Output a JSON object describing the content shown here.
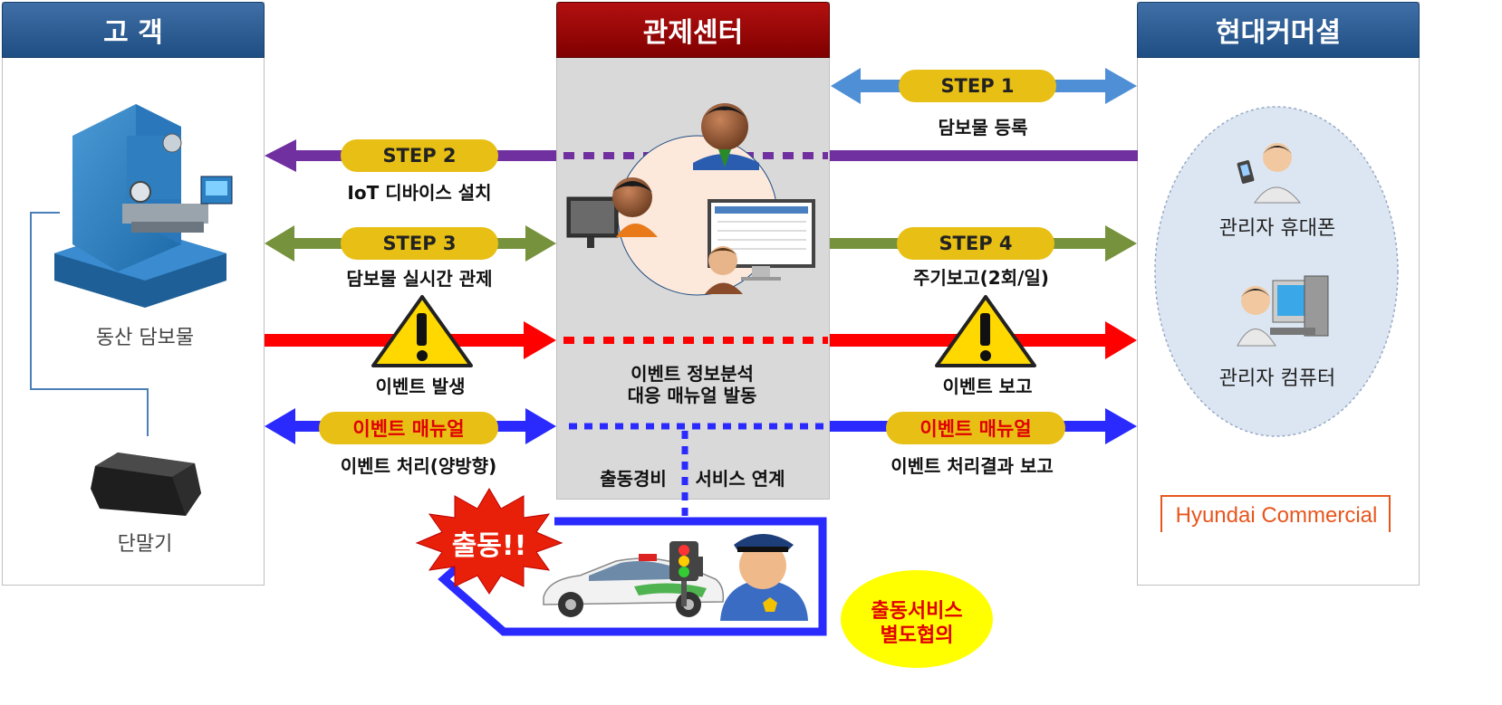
{
  "headers": {
    "customer": "고 객",
    "control_center": "관제센터",
    "hyundai": "현대커머셜"
  },
  "customer": {
    "asset_label": "동산 담보물",
    "terminal_label": "단말기"
  },
  "steps": {
    "step1": {
      "pill": "STEP 1",
      "caption": "담보물 등록"
    },
    "step2": {
      "pill": "STEP 2",
      "caption": "IoT 디바이스 설치"
    },
    "step3": {
      "pill": "STEP 3",
      "caption": "담보물 실시간 관제"
    },
    "step4": {
      "pill": "STEP 4",
      "caption": "주기보고(2회/일)"
    }
  },
  "events": {
    "occur": "이벤트 발생",
    "report": "이벤트 보고",
    "analysis_line1": "이벤트 정보분석",
    "analysis_line2": "대응 매뉴얼 발동",
    "manual_left_pill": "이벤트 매뉴얼",
    "manual_left_caption": "이벤트 처리(양방향)",
    "manual_right_pill": "이벤트 매뉴얼",
    "manual_right_caption": "이벤트 처리결과 보고"
  },
  "dispatch": {
    "cost": "출동경비",
    "service_link": "서비스 연계",
    "burst": "출동!!",
    "service_line1": "출동서비스",
    "service_line2": "별도협의"
  },
  "hyundai": {
    "phone_label": "관리자 휴대폰",
    "computer_label": "관리자 컴퓨터",
    "logo_text": "Hyundai Commercial"
  },
  "colors": {
    "header_blue": "#2b5a92",
    "header_red": "#8b0000",
    "step1_arrow": "#4f8fd6",
    "step2_arrow": "#7030a0",
    "step3_arrow": "#76923c",
    "event_arrow": "#ff0000",
    "manual_arrow": "#2a2aff",
    "pill": "#e8bf14",
    "logo": "#e8561e"
  }
}
